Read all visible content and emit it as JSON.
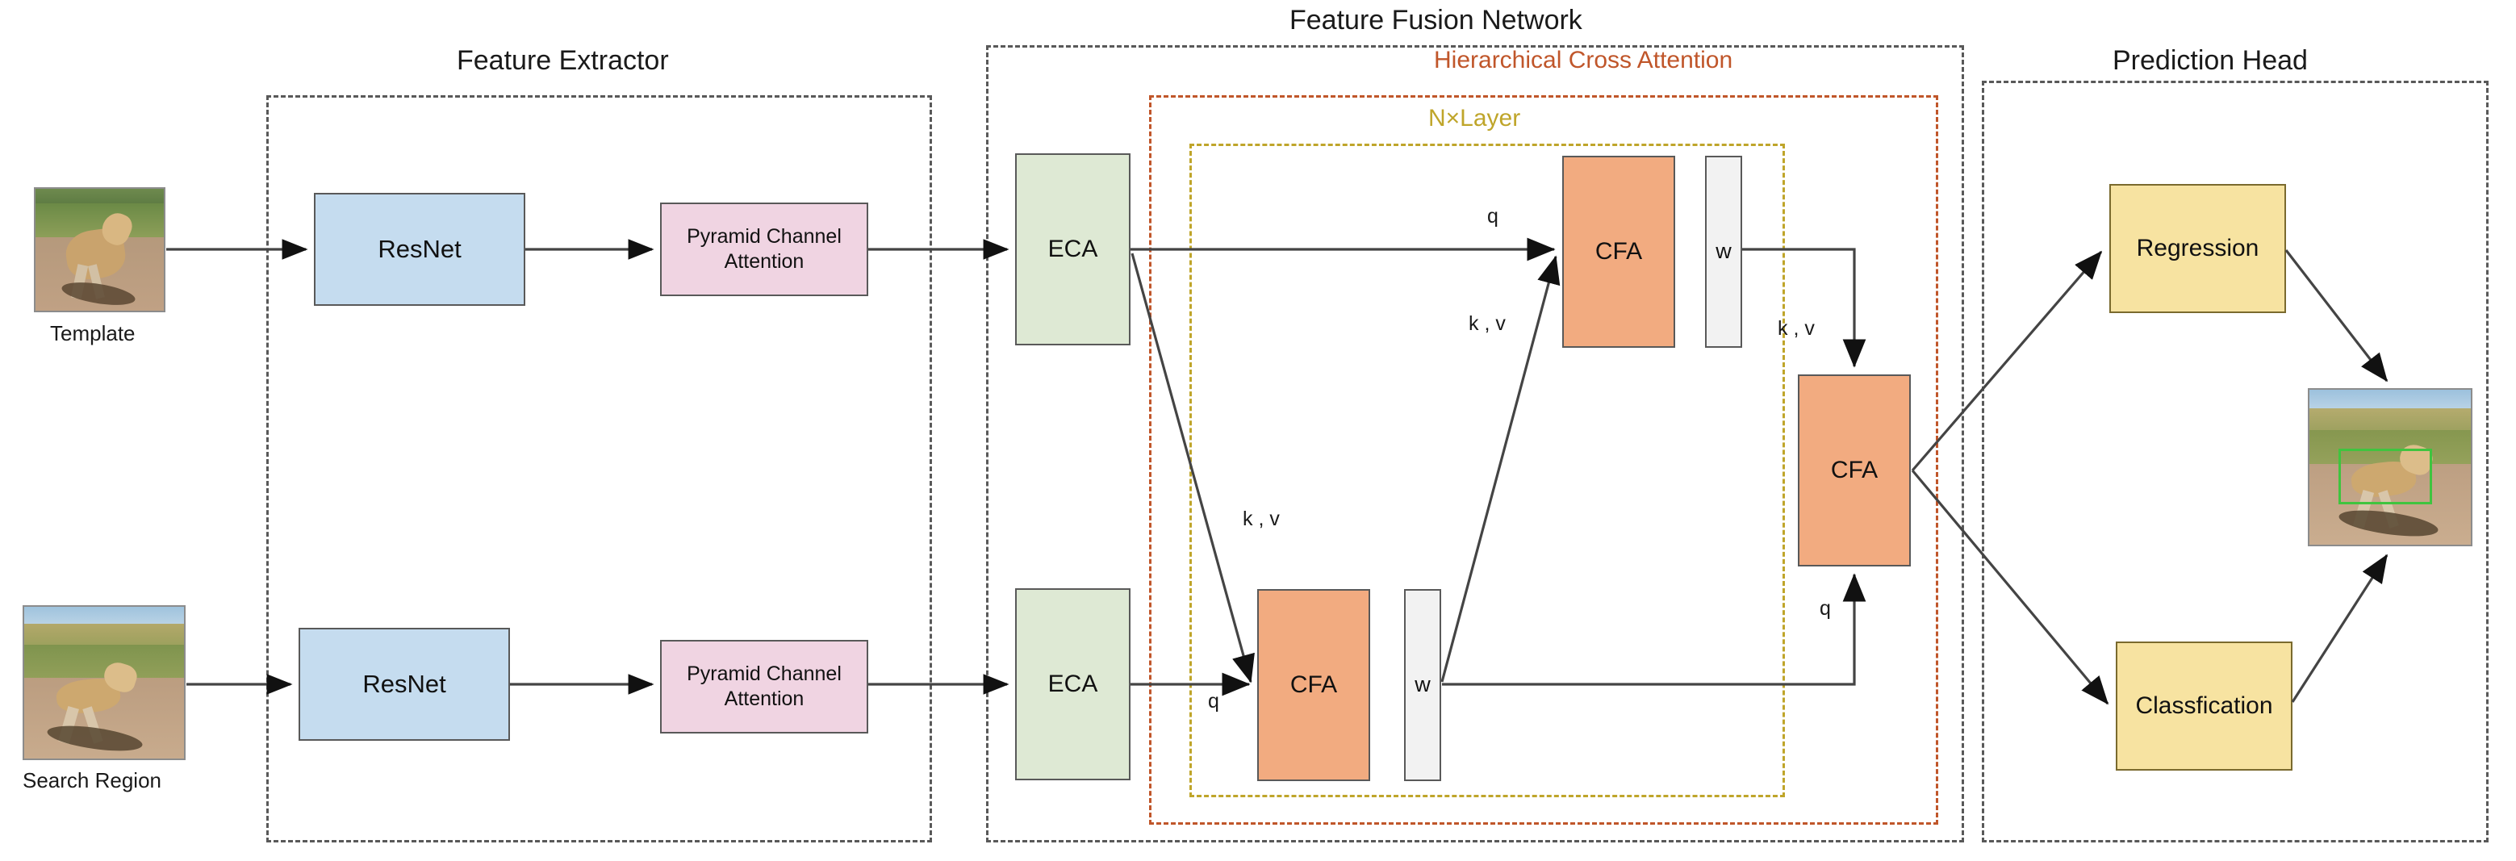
{
  "groups": [
    {
      "id": "feature-extractor",
      "title": "Feature Extractor",
      "border": "#595959"
    },
    {
      "id": "feature-fusion-network",
      "title": "Feature Fusion Network",
      "border": "#595959"
    },
    {
      "id": "hierarchical-cross-attention",
      "title": "Hierarchical Cross Attention",
      "border": "#C0562A"
    },
    {
      "id": "n-layer",
      "title": "N×Layer",
      "border": "#BFA52A"
    },
    {
      "id": "prediction-head",
      "title": "Prediction Head",
      "border": "#595959"
    }
  ],
  "inputs": {
    "template": {
      "caption": "Template"
    },
    "search": {
      "caption": "Search Region"
    }
  },
  "output": {
    "caption": ""
  },
  "blocks": {
    "resnet_top": {
      "label": "ResNet",
      "fill": "#C5DCEF"
    },
    "resnet_bottom": {
      "label": "ResNet",
      "fill": "#C5DCEF"
    },
    "pca_top": {
      "label": "Pyramid Channel Attention",
      "fill": "#F0D4E2"
    },
    "pca_bottom": {
      "label": "Pyramid Channel Attention",
      "fill": "#F0D4E2"
    },
    "eca_top": {
      "label": "ECA",
      "fill": "#DEE9D4"
    },
    "eca_bottom": {
      "label": "ECA",
      "fill": "#DEE9D4"
    },
    "cfa_top": {
      "label": "CFA",
      "fill": "#F2AB80"
    },
    "cfa_bottom": {
      "label": "CFA",
      "fill": "#F2AB80"
    },
    "cfa_right": {
      "label": "CFA",
      "fill": "#F2AB80"
    },
    "w_top": {
      "label": "w",
      "fill": "#F2F2F2"
    },
    "w_bottom": {
      "label": "w",
      "fill": "#F2F2F2"
    },
    "regression": {
      "label": "Regression",
      "fill": "#F7E3A1"
    },
    "classification": {
      "label": "Classfication",
      "fill": "#F7E3A1"
    }
  },
  "edge_labels": {
    "q_top": "q",
    "kv_top": "k , v",
    "q_bottom": "q",
    "kv_bottom": "k , v",
    "kv_right": "k , v",
    "q_right": "q"
  },
  "colors": {
    "accent_orange": "#C0562A",
    "accent_yellow": "#BFA52A",
    "dash_gray": "#595959",
    "bbox_green": "#3fc43f",
    "stroke": "#444444"
  }
}
